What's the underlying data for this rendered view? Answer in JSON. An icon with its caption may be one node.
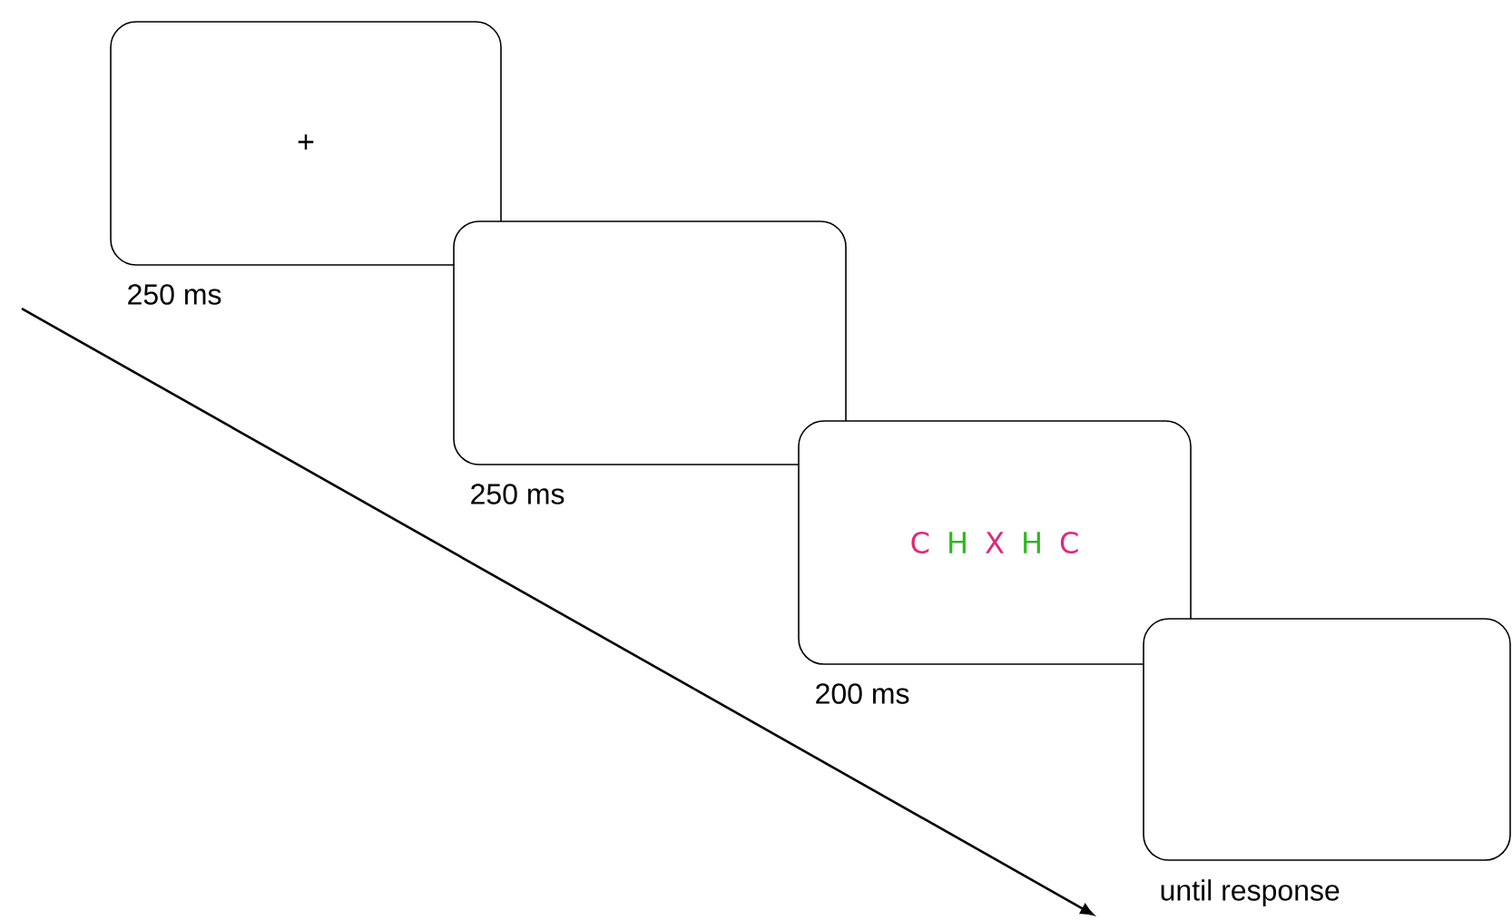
{
  "diagram": {
    "nodes": [
      {
        "text": [
          "+"
        ],
        "beside": [
          "250 ms"
        ]
      },
      {
        "text": [],
        "shape": "box",
        "beside": [
          "250 ms"
        ]
      },
      {
        "text": [
          "C",
          "H",
          "X",
          "H",
          "C"
        ],
        "beside": [
          "200 ms"
        ]
      },
      {
        "text": [],
        "shape": "box",
        "beside": [
          "until response"
        ]
      }
    ],
    "edges": []
  }
}
